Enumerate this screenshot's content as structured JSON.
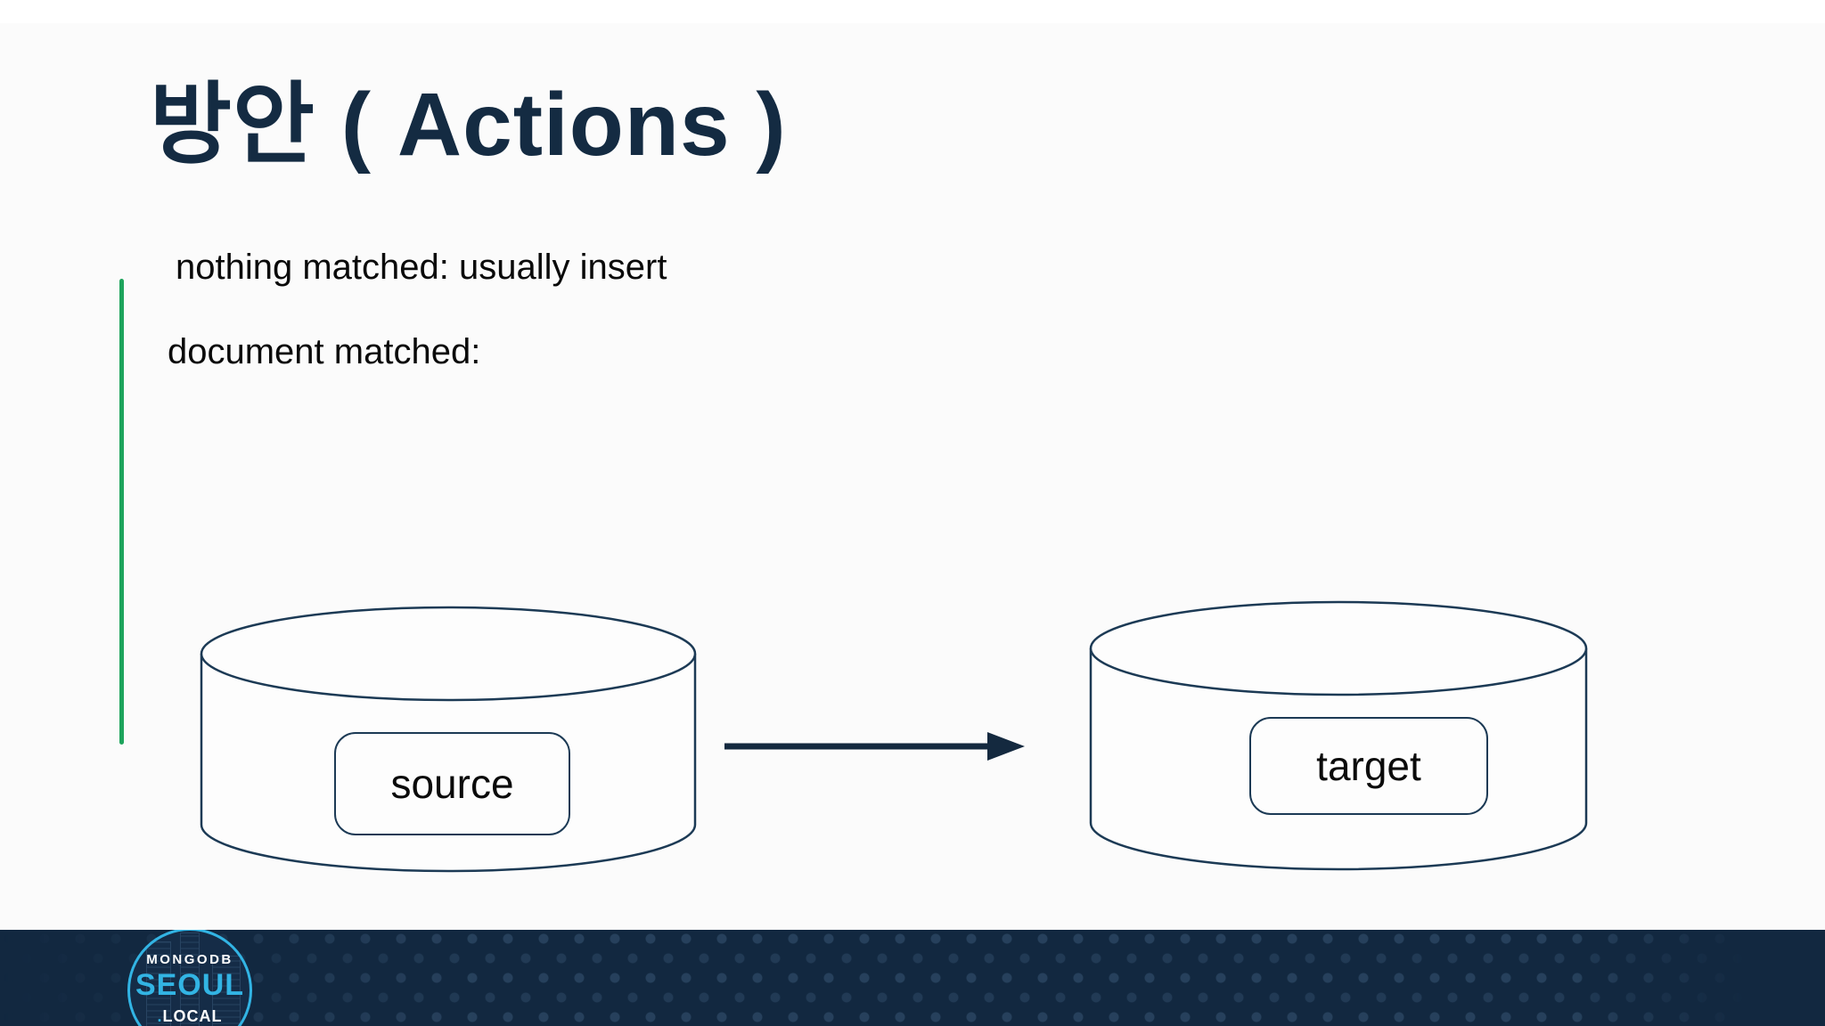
{
  "slide": {
    "title": "방안 ( Actions )",
    "bullets": [
      "nothing matched: usually insert",
      "document matched:"
    ],
    "colors": {
      "title_navy": "#142b42",
      "accent_green": "#1ea45c",
      "body_text": "#0a0a0a",
      "background": "#fbfbfb"
    }
  },
  "diagram": {
    "source_label": "source",
    "target_label": "target",
    "colors": {
      "cylinder_stroke": "#1c3a55",
      "arrow": "#14293f"
    }
  },
  "footer": {
    "logo": {
      "line1": "MONGODB",
      "line2": "SEOUL",
      "dot": ".",
      "line3": "LOCAL"
    },
    "colors": {
      "bar_navy": "#122840",
      "cyan": "#32b4e4"
    }
  }
}
